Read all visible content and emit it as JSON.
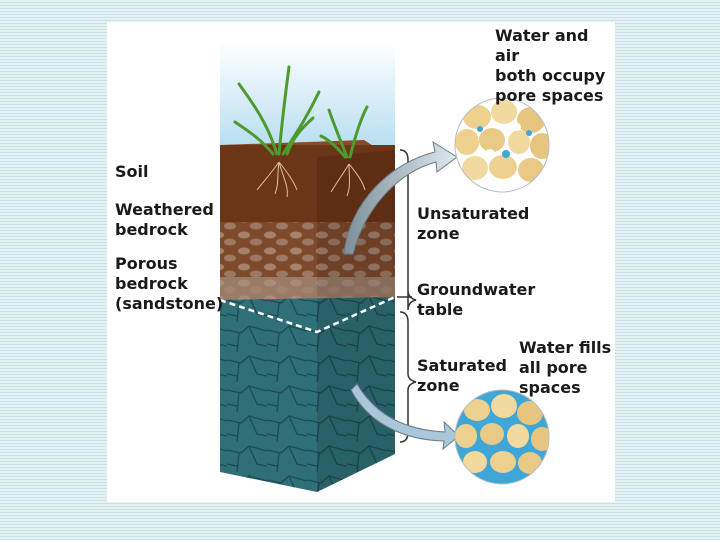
{
  "labels": {
    "soil": "Soil",
    "weathered_bedrock": "Weathered\nbedrock",
    "porous_bedrock": "Porous\nbedrock\n(sandstone)",
    "unsaturated_zone": "Unsaturated\nzone",
    "groundwater_table": "Groundwater\ntable",
    "saturated_zone": "Saturated\nzone",
    "water_and_air": "Water and air\nboth occupy\npore spaces",
    "water_fills": "Water fills\nall pore\nspaces"
  },
  "colors": {
    "sky": "#9fd4ec",
    "soil": "#6b3517",
    "weathered_bedrock": "#7e4a2c",
    "porous_bedrock": "#9a7b66",
    "saturated_rock": "#2f6f78",
    "grain": "#eed18e",
    "pore_water": "#3fa6d8",
    "arrow": "#cfe0ea"
  }
}
